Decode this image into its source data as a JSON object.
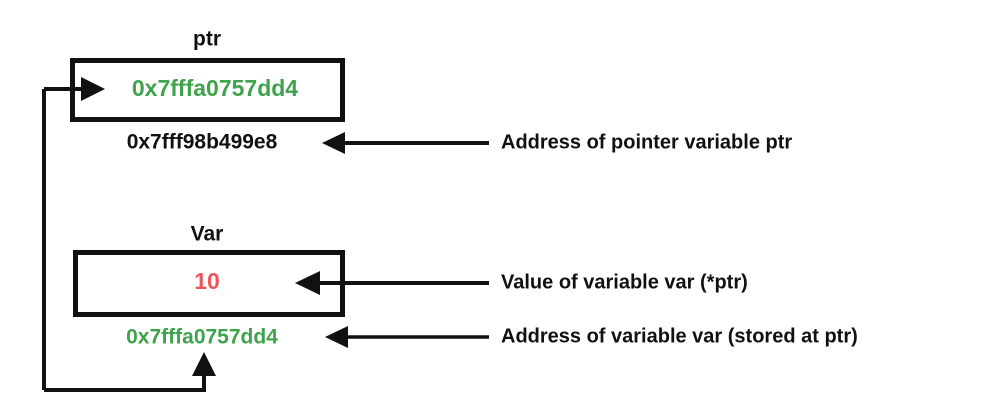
{
  "diagram": {
    "type": "pointer-memory-diagram",
    "background": "#ffffff",
    "colors": {
      "ink": "#111111",
      "address_green": "#3FA34D",
      "value_red": "#F2545B"
    },
    "blocks": {
      "pointer": {
        "title": "ptr",
        "cell_value": "0x7fffa0757dd4",
        "address_below": "0x7fff98b499e8"
      },
      "variable": {
        "title": "Var",
        "cell_value": "10",
        "address_below": "0x7fffa0757dd4"
      }
    },
    "annotations": [
      {
        "text": "Address of pointer variable ptr"
      },
      {
        "text": "Value of variable var (*ptr)"
      },
      {
        "text": "Address of variable var (stored at ptr)"
      }
    ]
  }
}
